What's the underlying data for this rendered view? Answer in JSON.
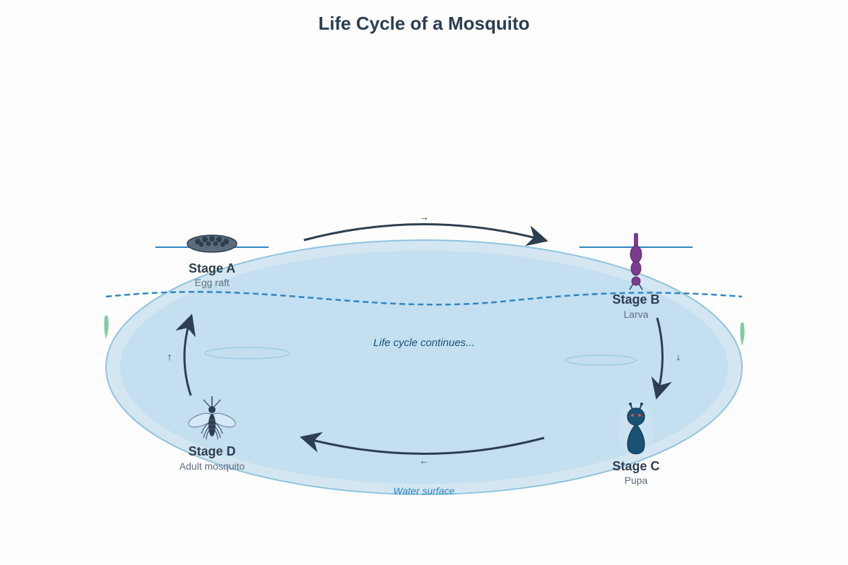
{
  "title": "Life Cycle of a Mosquito",
  "stages": [
    {
      "label": "Stage A",
      "desc": "Egg raft"
    },
    {
      "label": "Stage B",
      "desc": "Larva"
    },
    {
      "label": "Stage C",
      "desc": "Pupa"
    },
    {
      "label": "Stage D",
      "desc": "Adult mosquito"
    }
  ],
  "arrows": {
    "a_to_b": "→",
    "b_to_c": "↓",
    "c_to_d": "←",
    "d_to_a": "↑"
  },
  "center_text": "Life cycle continues...",
  "water_label": "Water surface",
  "colors": {
    "title": "#2c3e50",
    "pond_fill": "#c3dff0",
    "pond_edge": "#8fc3e0",
    "arrow": "#2c3e50",
    "larva": "#7b3b8f",
    "pupa": "#1a5276",
    "egg": "#5d6d7e",
    "plant": "#7dcea0",
    "water_line": "#2e86c1"
  }
}
